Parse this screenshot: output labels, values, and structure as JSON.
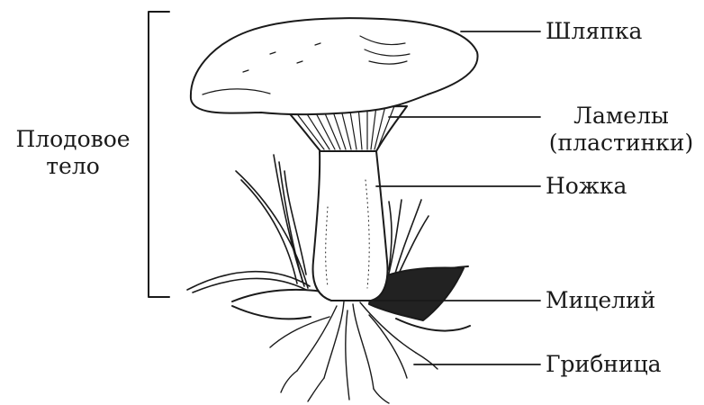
{
  "diagram": {
    "fruiting_body": {
      "line1": "Плодовое",
      "line2": "тело"
    },
    "labels": {
      "cap": "Шляпка",
      "gills_line1": "Ламелы",
      "gills_line2": "(пластинки)",
      "stem": "Ножка",
      "mycelium": "Мицелий",
      "hyphae": "Грибница"
    }
  }
}
